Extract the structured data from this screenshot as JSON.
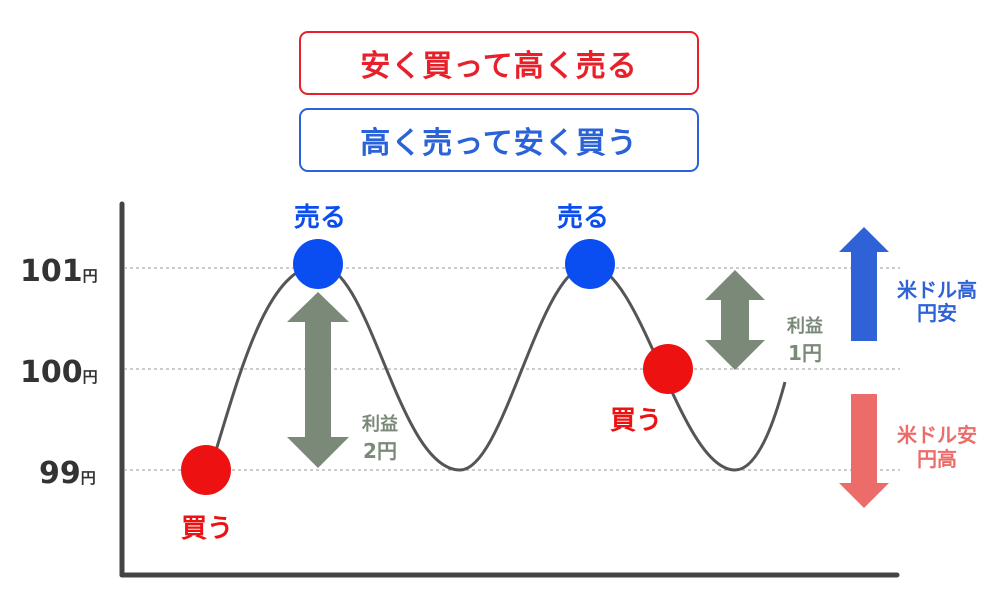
{
  "header": {
    "strategy_long": "安く買って高く売る",
    "strategy_short": "高く売って安く買う"
  },
  "axis": {
    "y_ticks": [
      {
        "value": "101",
        "unit": "円"
      },
      {
        "value": "100",
        "unit": "円"
      },
      {
        "value": "99",
        "unit": "円"
      }
    ]
  },
  "markers": {
    "buy_1": "買う",
    "sell_1": "売る",
    "sell_2": "売る",
    "buy_2": "買う"
  },
  "profit": {
    "p1_line1": "利益",
    "p1_line2": "2円",
    "p2_line1": "利益",
    "p2_line2": "1円"
  },
  "legend": {
    "up_line1": "米ドル高",
    "up_line2": "円安",
    "down_line1": "米ドル安",
    "down_line2": "円高"
  },
  "colors": {
    "buy": "#ee1111",
    "sell": "#0a4df0",
    "profit_arrow": "#7b8a78",
    "up_arrow": "#2f62d6",
    "down_arrow": "#ec6c6a",
    "long_box": "#e8202a",
    "short_box": "#2a62d8"
  }
}
